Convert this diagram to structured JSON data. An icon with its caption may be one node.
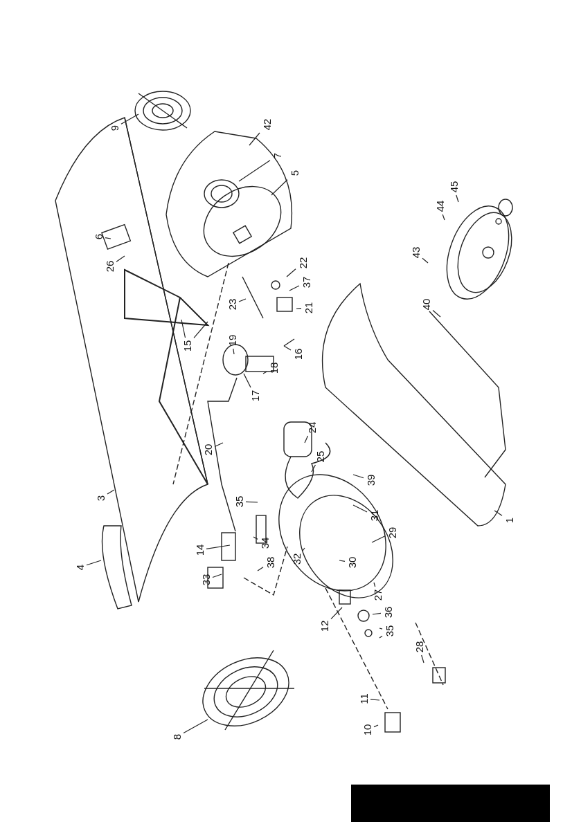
{
  "diagram": {
    "nodes": [
      {
        "text": [
          "9"
        ]
      },
      {
        "text": [
          "42"
        ]
      },
      {
        "text": [
          "7"
        ]
      },
      {
        "text": [
          "5"
        ]
      },
      {
        "text": [
          "6"
        ]
      },
      {
        "text": [
          "26"
        ]
      },
      {
        "text": [
          "23"
        ]
      },
      {
        "text": [
          "22"
        ]
      },
      {
        "text": [
          "37"
        ]
      },
      {
        "text": [
          "21"
        ]
      },
      {
        "text": [
          "45"
        ]
      },
      {
        "text": [
          "44"
        ]
      },
      {
        "text": [
          "43"
        ]
      },
      {
        "text": [
          "15"
        ]
      },
      {
        "text": [
          "19"
        ]
      },
      {
        "text": [
          "16"
        ]
      },
      {
        "text": [
          "18"
        ]
      },
      {
        "text": [
          "17"
        ]
      },
      {
        "text": [
          "40"
        ]
      },
      {
        "text": [
          "20"
        ]
      },
      {
        "text": [
          "24"
        ]
      },
      {
        "text": [
          "25"
        ]
      },
      {
        "text": [
          "3"
        ]
      },
      {
        "text": [
          "39"
        ]
      },
      {
        "text": [
          "31"
        ]
      },
      {
        "text": [
          "35"
        ]
      },
      {
        "text": [
          "1"
        ]
      },
      {
        "text": [
          "29"
        ]
      },
      {
        "text": [
          "14"
        ]
      },
      {
        "text": [
          "34"
        ]
      },
      {
        "text": [
          "32"
        ]
      },
      {
        "text": [
          "30"
        ]
      },
      {
        "text": [
          "4"
        ]
      },
      {
        "text": [
          "38"
        ]
      },
      {
        "text": [
          "33"
        ]
      },
      {
        "text": [
          "27"
        ]
      },
      {
        "text": [
          "36"
        ]
      },
      {
        "text": [
          "35"
        ]
      },
      {
        "text": [
          "12"
        ]
      },
      {
        "text": [
          "28"
        ]
      },
      {
        "text": [
          "11"
        ]
      },
      {
        "text": [
          "10"
        ]
      },
      {
        "text": [
          "8"
        ]
      }
    ],
    "edges": [
      {
        "from": 0,
        "to": null,
        "arrow": "none"
      },
      {
        "from": 1,
        "to": null,
        "arrow": "none"
      },
      {
        "from": 2,
        "to": null,
        "arrow": "none"
      },
      {
        "from": 3,
        "to": null,
        "arrow": "none"
      },
      {
        "from": 4,
        "to": null,
        "arrow": "none"
      },
      {
        "from": 5,
        "to": null,
        "arrow": "none"
      },
      {
        "from": 6,
        "to": null,
        "arrow": "none"
      },
      {
        "from": 7,
        "to": null,
        "arrow": "none"
      },
      {
        "from": 8,
        "to": null,
        "arrow": "none"
      },
      {
        "from": 9,
        "to": null,
        "arrow": "none"
      },
      {
        "from": 10,
        "to": null,
        "arrow": "none"
      },
      {
        "from": 11,
        "to": null,
        "arrow": "none"
      },
      {
        "from": 12,
        "to": null,
        "arrow": "none"
      },
      {
        "from": 13,
        "to": null,
        "arrow": "none"
      },
      {
        "from": 13,
        "to": null,
        "arrow": "none"
      },
      {
        "from": 14,
        "to": null,
        "arrow": "none"
      },
      {
        "from": 15,
        "to": null,
        "arrow": "none"
      },
      {
        "from": 16,
        "to": null,
        "arrow": "none"
      },
      {
        "from": 17,
        "to": null,
        "arrow": "none"
      },
      {
        "from": 18,
        "to": null,
        "arrow": "none"
      },
      {
        "from": 19,
        "to": null,
        "arrow": "none"
      },
      {
        "from": 20,
        "to": null,
        "arrow": "none"
      },
      {
        "from": 21,
        "to": null,
        "arrow": "none"
      },
      {
        "from": 22,
        "to": null,
        "arrow": "none"
      },
      {
        "from": 23,
        "to": null,
        "arrow": "none"
      },
      {
        "from": 24,
        "to": null,
        "arrow": "none"
      },
      {
        "from": 25,
        "to": null,
        "arrow": "none"
      },
      {
        "from": 26,
        "to": null,
        "arrow": "none"
      },
      {
        "from": 27,
        "to": null,
        "arrow": "none"
      },
      {
        "from": 28,
        "to": null,
        "arrow": "none"
      },
      {
        "from": 29,
        "to": null,
        "arrow": "none"
      },
      {
        "from": 30,
        "to": null,
        "arrow": "none"
      },
      {
        "from": 31,
        "to": null,
        "arrow": "none"
      },
      {
        "from": 32,
        "to": null,
        "arrow": "none"
      },
      {
        "from": 33,
        "to": null,
        "arrow": "none"
      },
      {
        "from": 34,
        "to": null,
        "arrow": "none"
      },
      {
        "from": 35,
        "to": null,
        "arrow": "none"
      },
      {
        "from": 36,
        "to": null,
        "arrow": "none"
      },
      {
        "from": 37,
        "to": null,
        "arrow": "none"
      },
      {
        "from": 37,
        "to": null,
        "arrow": "none"
      },
      {
        "from": 38,
        "to": null,
        "arrow": "none"
      },
      {
        "from": 39,
        "to": null,
        "arrow": "none"
      },
      {
        "from": 40,
        "to": null,
        "arrow": "none"
      },
      {
        "from": 41,
        "to": null,
        "arrow": "none"
      },
      {
        "from": 42,
        "to": null,
        "arrow": "none"
      }
    ]
  }
}
